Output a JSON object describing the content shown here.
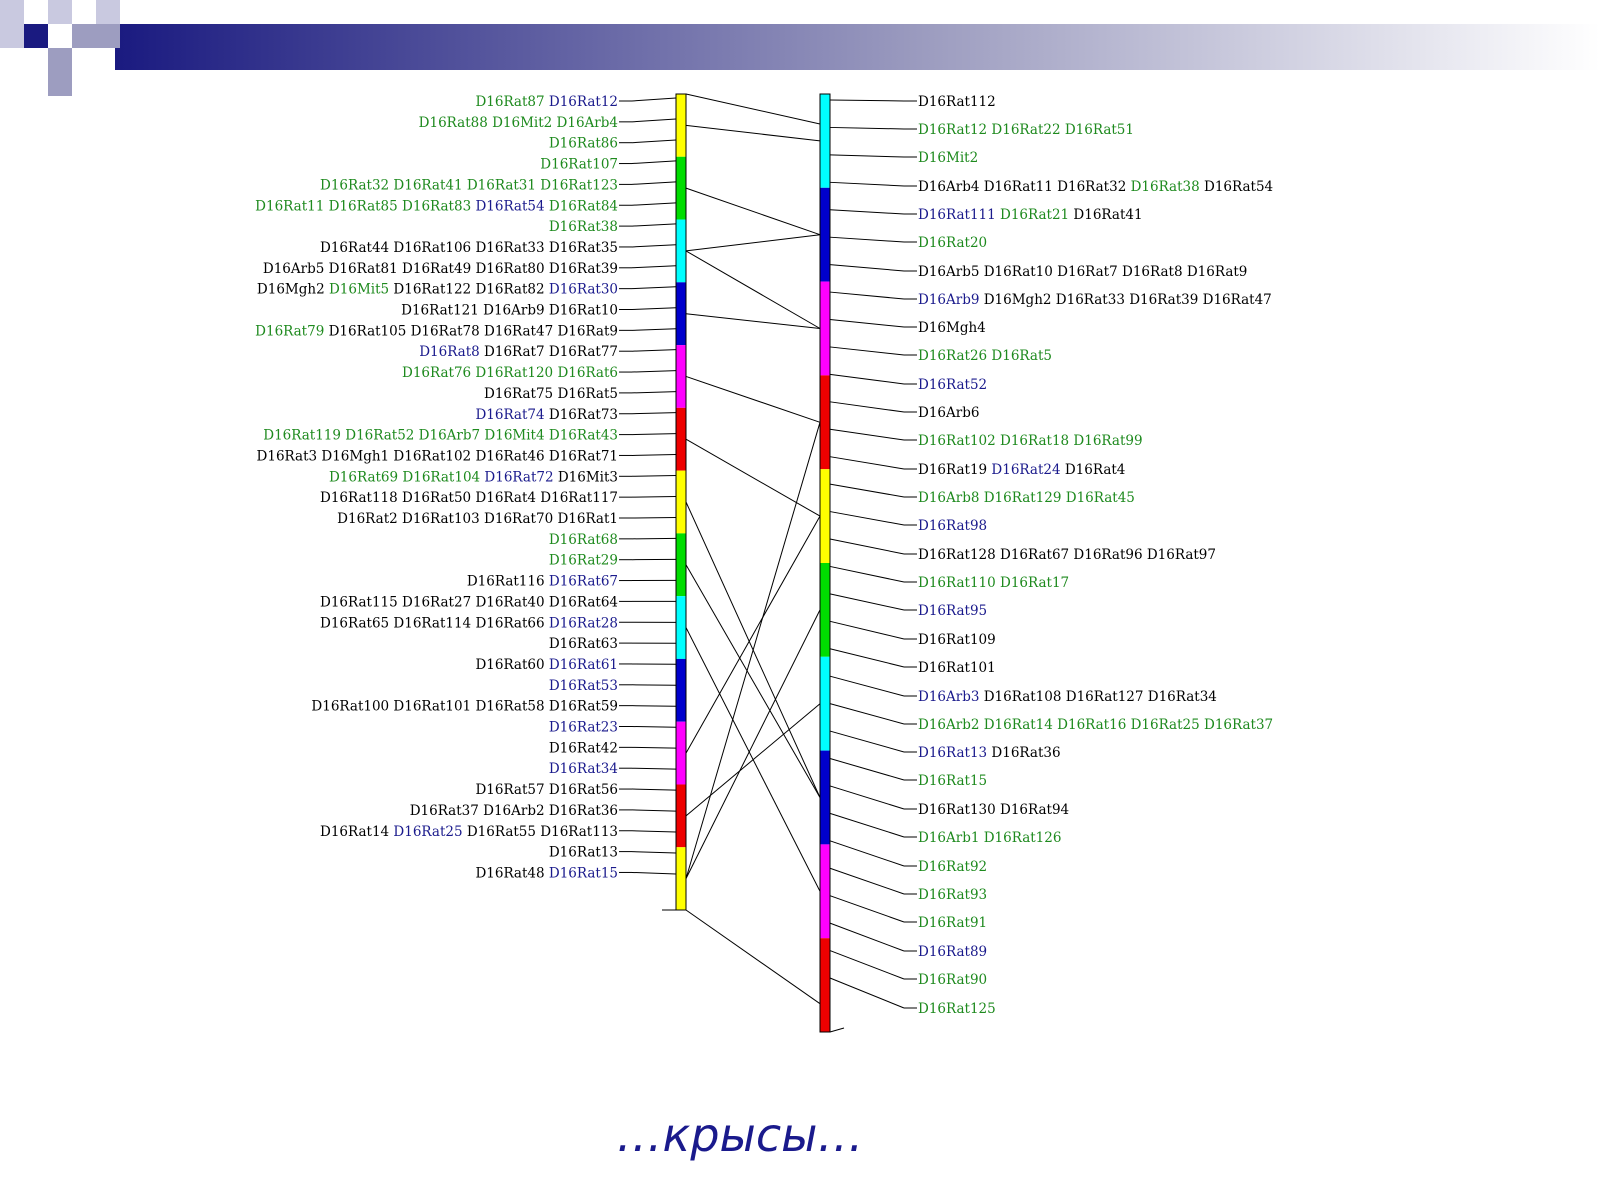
{
  "caption": "…крысы…",
  "colors": {
    "black": "#000000",
    "green": "#1e8a1e",
    "blue": "#1a1a8c",
    "yellow": "#ffff00",
    "lime": "#00dd00",
    "cyan": "#00ffff",
    "navy": "#0000cc",
    "magenta": "#ff00ff",
    "red": "#ee0000",
    "header_dark": "#1a1a80"
  },
  "left_labels": [
    [
      [
        "D16Rat87",
        "green"
      ],
      [
        "D16Rat12",
        "blue"
      ]
    ],
    [
      [
        "D16Rat88",
        "green"
      ],
      [
        "D16Mit2",
        "green"
      ],
      [
        "D16Arb4",
        "green"
      ]
    ],
    [
      [
        "D16Rat86",
        "green"
      ]
    ],
    [
      [
        "D16Rat107",
        "green"
      ]
    ],
    [
      [
        "D16Rat32",
        "green"
      ],
      [
        "D16Rat41",
        "green"
      ],
      [
        "D16Rat31",
        "green"
      ],
      [
        "D16Rat123",
        "green"
      ]
    ],
    [
      [
        "D16Rat11",
        "green"
      ],
      [
        "D16Rat85",
        "green"
      ],
      [
        "D16Rat83",
        "green"
      ],
      [
        "D16Rat54",
        "blue"
      ],
      [
        "D16Rat84",
        "green"
      ]
    ],
    [
      [
        "D16Rat38",
        "green"
      ]
    ],
    [
      [
        "D16Rat44",
        "black"
      ],
      [
        "D16Rat106",
        "black"
      ],
      [
        "D16Rat33",
        "black"
      ],
      [
        "D16Rat35",
        "black"
      ]
    ],
    [
      [
        "D16Arb5",
        "black"
      ],
      [
        "D16Rat81",
        "black"
      ],
      [
        "D16Rat49",
        "black"
      ],
      [
        "D16Rat80",
        "black"
      ],
      [
        "D16Rat39",
        "black"
      ]
    ],
    [
      [
        "D16Mgh2",
        "black"
      ],
      [
        "D16Mit5",
        "green"
      ],
      [
        "D16Rat122",
        "black"
      ],
      [
        "D16Rat82",
        "black"
      ],
      [
        "D16Rat30",
        "blue"
      ]
    ],
    [
      [
        "D16Rat121",
        "black"
      ],
      [
        "D16Arb9",
        "black"
      ],
      [
        "D16Rat10",
        "black"
      ]
    ],
    [
      [
        "D16Rat79",
        "green"
      ],
      [
        "D16Rat105",
        "black"
      ],
      [
        "D16Rat78",
        "black"
      ],
      [
        "D16Rat47",
        "black"
      ],
      [
        "D16Rat9",
        "black"
      ]
    ],
    [
      [
        "D16Rat8",
        "blue"
      ],
      [
        "D16Rat7",
        "black"
      ],
      [
        "D16Rat77",
        "black"
      ]
    ],
    [
      [
        "D16Rat76",
        "green"
      ],
      [
        "D16Rat120",
        "green"
      ],
      [
        "D16Rat6",
        "green"
      ]
    ],
    [
      [
        "D16Rat75",
        "black"
      ],
      [
        "D16Rat5",
        "black"
      ]
    ],
    [
      [
        "D16Rat74",
        "blue"
      ],
      [
        "D16Rat73",
        "black"
      ]
    ],
    [
      [
        "D16Rat119",
        "green"
      ],
      [
        "D16Rat52",
        "green"
      ],
      [
        "D16Arb7",
        "green"
      ],
      [
        "D16Mit4",
        "green"
      ],
      [
        "D16Rat43",
        "green"
      ]
    ],
    [
      [
        "D16Rat3",
        "black"
      ],
      [
        "D16Mgh1",
        "black"
      ],
      [
        "D16Rat102",
        "black"
      ],
      [
        "D16Rat46",
        "black"
      ],
      [
        "D16Rat71",
        "black"
      ]
    ],
    [
      [
        "D16Rat69",
        "green"
      ],
      [
        "D16Rat104",
        "green"
      ],
      [
        "D16Rat72",
        "blue"
      ],
      [
        "D16Mit3",
        "black"
      ]
    ],
    [
      [
        "D16Rat118",
        "black"
      ],
      [
        "D16Rat50",
        "black"
      ],
      [
        "D16Rat4",
        "black"
      ],
      [
        "D16Rat117",
        "black"
      ]
    ],
    [
      [
        "D16Rat2",
        "black"
      ],
      [
        "D16Rat103",
        "black"
      ],
      [
        "D16Rat70",
        "black"
      ],
      [
        "D16Rat1",
        "black"
      ]
    ],
    [
      [
        "D16Rat68",
        "green"
      ]
    ],
    [
      [
        "D16Rat29",
        "green"
      ]
    ],
    [
      [
        "D16Rat116",
        "black"
      ],
      [
        "D16Rat67",
        "blue"
      ]
    ],
    [
      [
        "D16Rat115",
        "black"
      ],
      [
        "D16Rat27",
        "black"
      ],
      [
        "D16Rat40",
        "black"
      ],
      [
        "D16Rat64",
        "black"
      ]
    ],
    [
      [
        "D16Rat65",
        "black"
      ],
      [
        "D16Rat114",
        "black"
      ],
      [
        "D16Rat66",
        "black"
      ],
      [
        "D16Rat28",
        "blue"
      ]
    ],
    [
      [
        "D16Rat63",
        "black"
      ]
    ],
    [
      [
        "D16Rat60",
        "black"
      ],
      [
        "D16Rat61",
        "blue"
      ]
    ],
    [
      [
        "D16Rat53",
        "blue"
      ]
    ],
    [
      [
        "D16Rat100",
        "black"
      ],
      [
        "D16Rat101",
        "black"
      ],
      [
        "D16Rat58",
        "black"
      ],
      [
        "D16Rat59",
        "black"
      ]
    ],
    [
      [
        "D16Rat23",
        "blue"
      ]
    ],
    [
      [
        "D16Rat42",
        "black"
      ]
    ],
    [
      [
        "D16Rat34",
        "blue"
      ]
    ],
    [
      [
        "D16Rat57",
        "black"
      ],
      [
        "D16Rat56",
        "black"
      ]
    ],
    [
      [
        "D16Rat37",
        "black"
      ],
      [
        "D16Arb2",
        "black"
      ],
      [
        "D16Rat36",
        "black"
      ]
    ],
    [
      [
        "D16Rat14",
        "black"
      ],
      [
        "D16Rat25",
        "blue"
      ],
      [
        "D16Rat55",
        "black"
      ],
      [
        "D16Rat113",
        "black"
      ]
    ],
    [
      [
        "D16Rat13",
        "black"
      ]
    ],
    [
      [
        "D16Rat48",
        "black"
      ],
      [
        "D16Rat15",
        "blue"
      ]
    ]
  ],
  "right_labels": [
    [
      [
        "D16Rat112",
        "black"
      ]
    ],
    [
      [
        "D16Rat12",
        "green"
      ],
      [
        "D16Rat22",
        "green"
      ],
      [
        "D16Rat51",
        "green"
      ]
    ],
    [
      [
        "D16Mit2",
        "green"
      ]
    ],
    [
      [
        "D16Arb4",
        "black"
      ],
      [
        "D16Rat11",
        "black"
      ],
      [
        "D16Rat32",
        "black"
      ],
      [
        "D16Rat38",
        "green"
      ],
      [
        "D16Rat54",
        "black"
      ]
    ],
    [
      [
        "D16Rat111",
        "blue"
      ],
      [
        "D16Rat21",
        "green"
      ],
      [
        "D16Rat41",
        "black"
      ]
    ],
    [
      [
        "D16Rat20",
        "green"
      ]
    ],
    [
      [
        "D16Arb5",
        "black"
      ],
      [
        "D16Rat10",
        "black"
      ],
      [
        "D16Rat7",
        "black"
      ],
      [
        "D16Rat8",
        "black"
      ],
      [
        "D16Rat9",
        "black"
      ]
    ],
    [
      [
        "D16Arb9",
        "blue"
      ],
      [
        "D16Mgh2",
        "black"
      ],
      [
        "D16Rat33",
        "black"
      ],
      [
        "D16Rat39",
        "black"
      ],
      [
        "D16Rat47",
        "black"
      ]
    ],
    [
      [
        "D16Mgh4",
        "black"
      ]
    ],
    [
      [
        "D16Rat26",
        "green"
      ],
      [
        "D16Rat5",
        "green"
      ]
    ],
    [
      [
        "D16Rat52",
        "blue"
      ]
    ],
    [
      [
        "D16Arb6",
        "black"
      ]
    ],
    [
      [
        "D16Rat102",
        "green"
      ],
      [
        "D16Rat18",
        "green"
      ],
      [
        "D16Rat99",
        "green"
      ]
    ],
    [
      [
        "D16Rat19",
        "black"
      ],
      [
        "D16Rat24",
        "blue"
      ],
      [
        "D16Rat4",
        "black"
      ]
    ],
    [
      [
        "D16Arb8",
        "green"
      ],
      [
        "D16Rat129",
        "green"
      ],
      [
        "D16Rat45",
        "green"
      ]
    ],
    [
      [
        "D16Rat98",
        "blue"
      ]
    ],
    [
      [
        "D16Rat128",
        "black"
      ],
      [
        "D16Rat67",
        "black"
      ],
      [
        "D16Rat96",
        "black"
      ],
      [
        "D16Rat97",
        "black"
      ]
    ],
    [
      [
        "D16Rat110",
        "green"
      ],
      [
        "D16Rat17",
        "green"
      ]
    ],
    [
      [
        "D16Rat95",
        "blue"
      ]
    ],
    [
      [
        "D16Rat109",
        "black"
      ]
    ],
    [
      [
        "D16Rat101",
        "black"
      ]
    ],
    [
      [
        "D16Arb3",
        "blue"
      ],
      [
        "D16Rat108",
        "black"
      ],
      [
        "D16Rat127",
        "black"
      ],
      [
        "D16Rat34",
        "black"
      ]
    ],
    [
      [
        "D16Arb2",
        "green"
      ],
      [
        "D16Rat14",
        "green"
      ],
      [
        "D16Rat16",
        "green"
      ],
      [
        "D16Rat25",
        "green"
      ],
      [
        "D16Rat37",
        "green"
      ]
    ],
    [
      [
        "D16Rat13",
        "blue"
      ],
      [
        "D16Rat36",
        "black"
      ]
    ],
    [
      [
        "D16Rat15",
        "green"
      ]
    ],
    [
      [
        "D16Rat130",
        "black"
      ],
      [
        "D16Rat94",
        "black"
      ]
    ],
    [
      [
        "D16Arb1",
        "green"
      ],
      [
        "D16Rat126",
        "green"
      ]
    ],
    [
      [
        "D16Rat92",
        "green"
      ]
    ],
    [
      [
        "D16Rat93",
        "green"
      ]
    ],
    [
      [
        "D16Rat91",
        "green"
      ]
    ],
    [
      [
        "D16Rat89",
        "blue"
      ]
    ],
    [
      [
        "D16Rat90",
        "green"
      ]
    ],
    [
      [
        "D16Rat125",
        "green"
      ]
    ]
  ],
  "left_bar_segments": [
    "yellow",
    "lime",
    "cyan",
    "navy",
    "magenta",
    "red",
    "yellow",
    "lime",
    "cyan",
    "navy",
    "magenta",
    "red",
    "yellow"
  ],
  "right_bar_segments": [
    "cyan",
    "navy",
    "magenta",
    "red",
    "yellow",
    "lime",
    "cyan",
    "navy",
    "magenta",
    "red"
  ],
  "homology_links": [
    [
      0,
      0
    ],
    [
      1,
      1
    ],
    [
      2,
      1
    ],
    [
      2,
      2
    ],
    [
      3,
      2
    ],
    [
      4,
      3
    ],
    [
      5,
      4
    ],
    [
      6,
      7
    ],
    [
      7,
      7
    ],
    [
      8,
      8
    ],
    [
      10,
      4
    ],
    [
      11,
      6
    ],
    [
      12,
      3
    ],
    [
      12,
      5
    ]
  ]
}
